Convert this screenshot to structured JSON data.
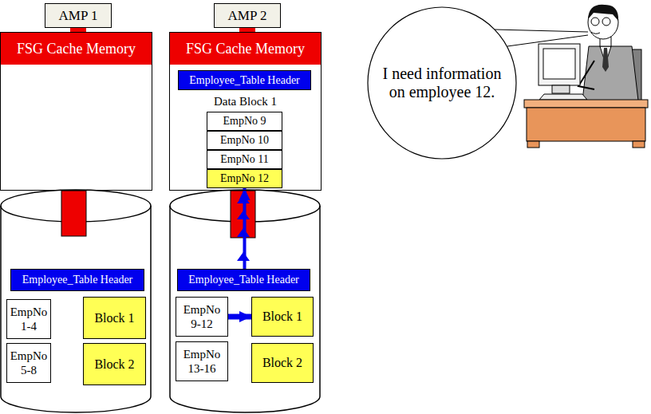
{
  "diagram": {
    "nodes": [
      {
        "text": [
          "AMP 1"
        ]
      },
      {
        "text": [
          "AMP 2"
        ]
      },
      {
        "text": [
          "FSG Cache Memory"
        ]
      },
      {
        "text": [
          "FSG Cache Memory"
        ]
      },
      {
        "text": [
          "Employee_Table Header"
        ],
        "in": 3
      },
      {
        "text": [
          "EmpNo 9"
        ],
        "in": 3
      },
      {
        "text": [
          "EmpNo 10"
        ],
        "in": 3
      },
      {
        "text": [
          "EmpNo 11"
        ],
        "in": 3
      },
      {
        "text": [
          "EmpNo 12"
        ],
        "in": 3
      },
      {
        "text": [
          "Employee_Table Header"
        ]
      },
      {
        "text": [
          "EmpNo 1-4"
        ]
      },
      {
        "text": [
          "Block 1"
        ]
      },
      {
        "text": [
          "EmpNo 5-8"
        ]
      },
      {
        "text": [
          "Block 2"
        ]
      },
      {
        "text": [
          "Employee_Table Header"
        ]
      },
      {
        "text": [
          "EmpNo 9-12"
        ]
      },
      {
        "text": [
          "Block 1"
        ]
      },
      {
        "text": [
          "EmpNo 13-16"
        ]
      },
      {
        "text": [
          "Block 2"
        ]
      },
      {
        "text": [
          "I need information on employee 12."
        ]
      }
    ],
    "edges": [
      {
        "from": 15,
        "to": 16,
        "arrow": "to"
      },
      {
        "from": 14,
        "to": 8,
        "arrow": "to"
      }
    ],
    "labels": [
      "Data Block 1"
    ]
  }
}
